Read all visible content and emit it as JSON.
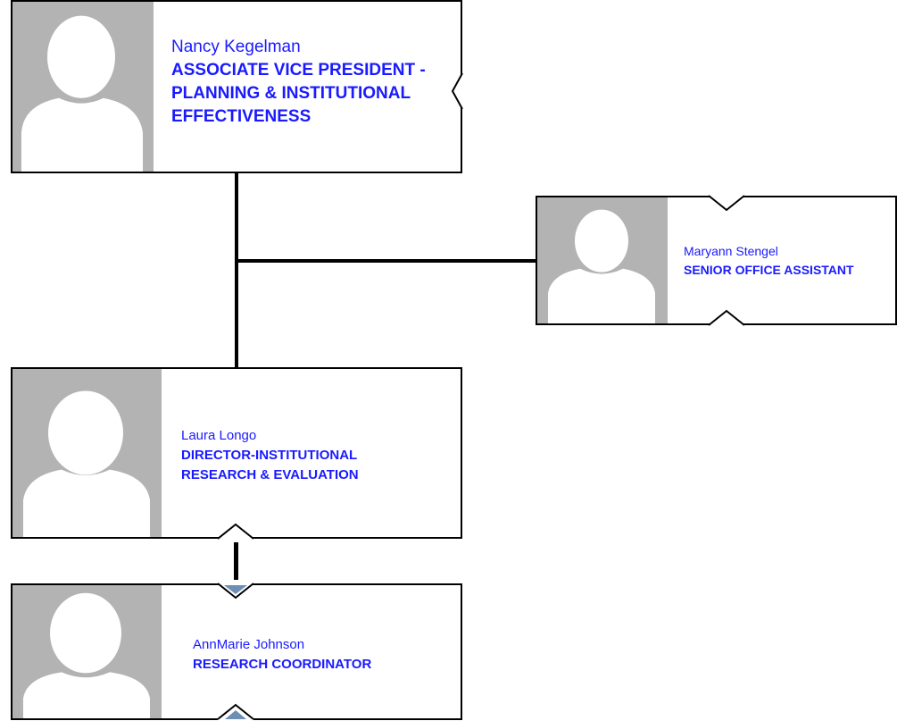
{
  "people": [
    {
      "name": "Nancy Kegelman",
      "title": "ASSOCIATE VICE PRESIDENT - PLANNING & INSTITUTIONAL EFFECTIVENESS",
      "photo_icon": "person-silhouette-icon"
    },
    {
      "name": "Maryann Stengel",
      "title": "SENIOR OFFICE ASSISTANT",
      "photo_icon": "person-silhouette-icon"
    },
    {
      "name": "Laura Longo",
      "title": "DIRECTOR-INSTITUTIONAL RESEARCH & EVALUATION",
      "photo_icon": "person-silhouette-icon"
    },
    {
      "name": "AnnMarie Johnson",
      "title": "RESEARCH COORDINATOR",
      "photo_icon": "person-silhouette-icon"
    }
  ],
  "colors": {
    "text": "#1a1aff",
    "photo_bg": "#b3b3b3",
    "border": "#000000",
    "expand_marker": "#6d8fb3"
  }
}
